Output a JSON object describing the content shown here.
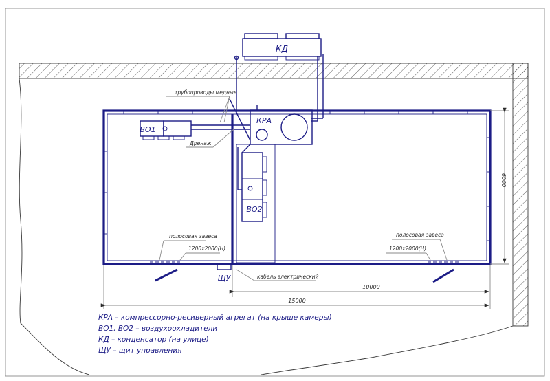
{
  "labels": {
    "kd": "КД",
    "kra": "КРА",
    "vo1": "ВО1",
    "vo2": "ВО2",
    "shu": "ЩУ",
    "pipes": "трубопроводы медные",
    "drain": "Дренаж",
    "curtain_left": "полосовая завеса",
    "curtain_right": "полосовая завеса",
    "door_left_size": "1200х2000(Н)",
    "door_right_size": "1200х2000(Н)",
    "cable": "кабель электрический"
  },
  "dimensions": {
    "height": "6000",
    "inner_length": "10000",
    "total_length": "15000"
  },
  "legend": [
    "КРА – компрессорно-ресиверный агрегат (на крыше камеры)",
    "ВО1, ВО2 – воздухоохладители",
    "КД – конденсатор (на улице)",
    "ЩУ – щит управления"
  ],
  "colors": {
    "ink": "#1c1c86",
    "paper": "#ffffff",
    "frame": "#8a8a8a"
  }
}
